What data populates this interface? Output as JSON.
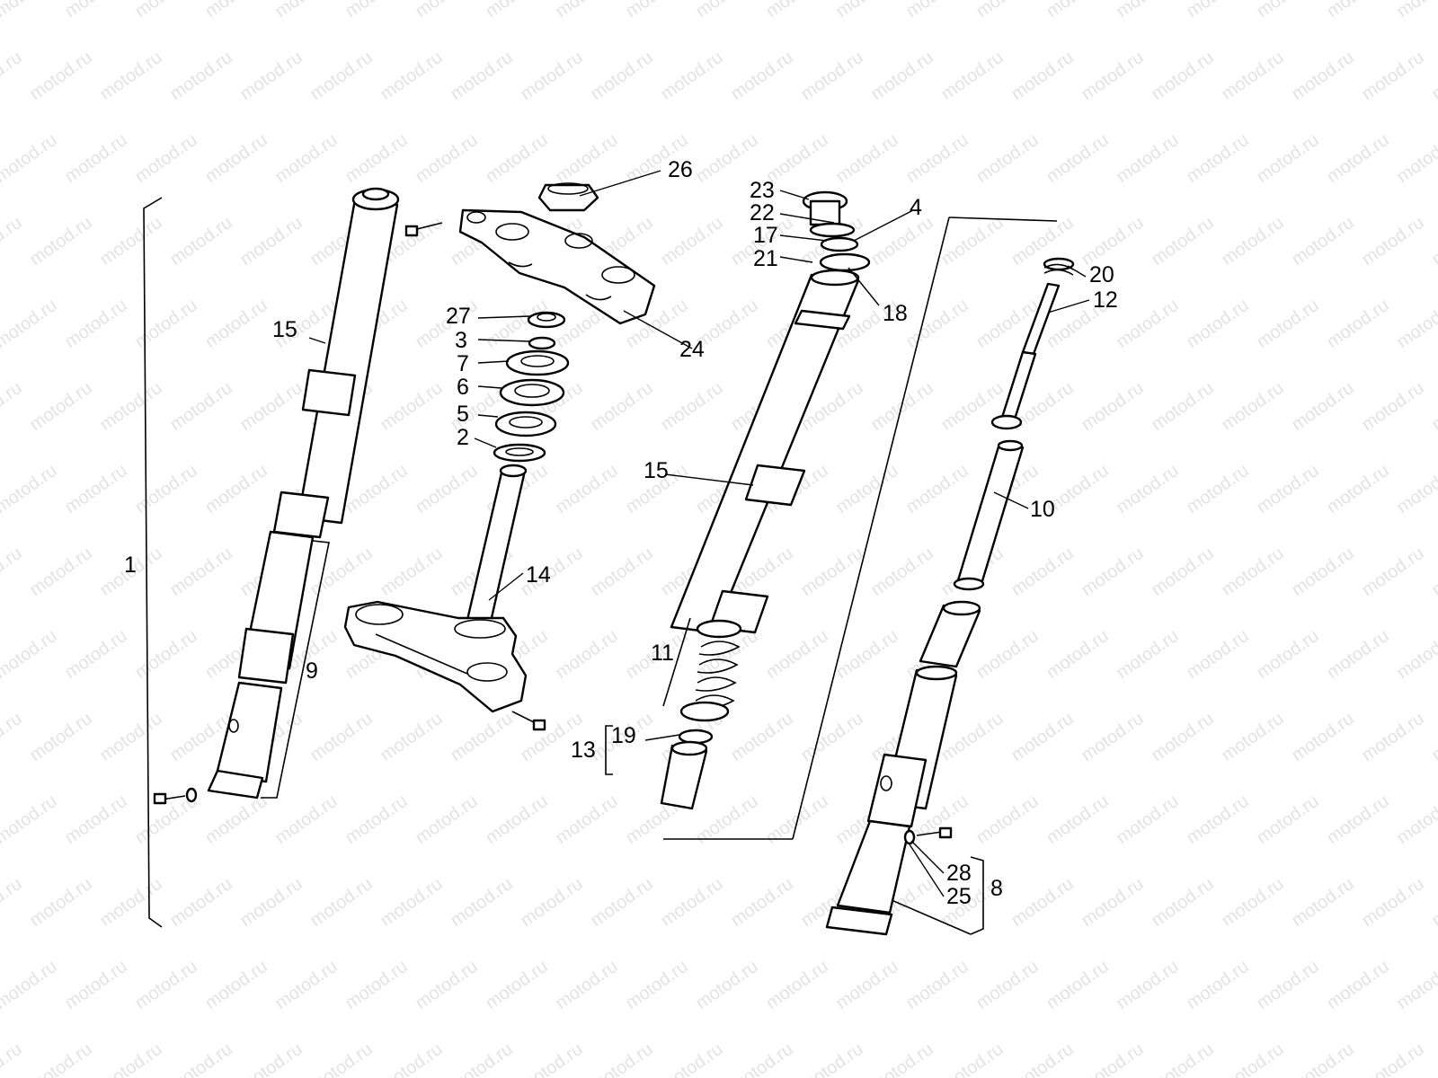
{
  "watermark": {
    "text": "motod.ru"
  },
  "labels": {
    "l1": "1",
    "l2": "2",
    "l3": "3",
    "l4": "4",
    "l5": "5",
    "l6": "6",
    "l7": "7",
    "l8": "8",
    "l9": "9",
    "l10": "10",
    "l11": "11",
    "l12": "12",
    "l13": "13",
    "l14": "14",
    "l15a": "15",
    "l15b": "15",
    "l17": "17",
    "l18": "18",
    "l19": "19",
    "l20": "20",
    "l21": "21",
    "l22": "22",
    "l23": "23",
    "l24": "24",
    "l25": "25",
    "l26": "26",
    "l27": "27",
    "l28": "28"
  },
  "colors": {
    "line": "#000000",
    "watermark": "#e3e3e3",
    "background": "#ffffff"
  }
}
